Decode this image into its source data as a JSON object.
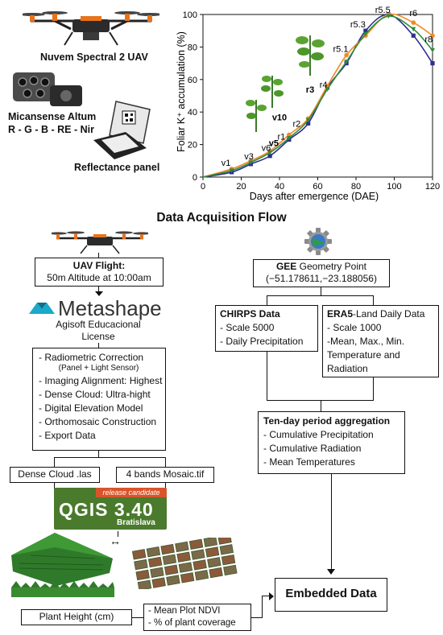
{
  "figure": {
    "uav_label": "Nuvem Spectral 2 UAV",
    "camera_label": "Micansense Altum",
    "bands_label": "R - G - B - RE - Nir",
    "panel_label": "Reflectance panel",
    "flow_title": "Data Acquisition Flow"
  },
  "chart_data": {
    "type": "line",
    "xlabel": "Days after emergence (DAE)",
    "ylabel": "Foliar K⁺ accumulation (%)",
    "xlim": [
      0,
      120
    ],
    "ylim": [
      0,
      100
    ],
    "xticks": [
      0,
      20,
      40,
      60,
      80,
      100,
      120
    ],
    "yticks": [
      0,
      20,
      40,
      60,
      80,
      100
    ],
    "series": [
      {
        "color": "#2e2e8c",
        "marker": "square",
        "x": [
          0,
          15,
          25,
          35,
          45,
          55,
          65,
          75,
          85,
          97,
          110,
          120
        ],
        "y": [
          0,
          3,
          8,
          13,
          23,
          33,
          55,
          70,
          90,
          100,
          87,
          70
        ]
      },
      {
        "color": "#f08a24",
        "marker": "circle",
        "x": [
          0,
          15,
          25,
          35,
          45,
          55,
          65,
          75,
          85,
          97,
          110,
          120
        ],
        "y": [
          0,
          5,
          10,
          16,
          26,
          36,
          56,
          75,
          87,
          100,
          95,
          87
        ]
      },
      {
        "color": "#2e8b3e",
        "marker": "triangle",
        "x": [
          0,
          15,
          25,
          35,
          45,
          55,
          65,
          75,
          85,
          97,
          110,
          120
        ],
        "y": [
          0,
          4,
          9,
          15,
          24,
          35,
          54,
          71,
          88,
          99,
          91,
          78
        ]
      }
    ],
    "stages": [
      {
        "label": "v1",
        "x": 12,
        "y": 7,
        "bold": false
      },
      {
        "label": "v3",
        "x": 24,
        "y": 11,
        "bold": false
      },
      {
        "label": "v6",
        "x": 33,
        "y": 16,
        "bold": false
      },
      {
        "label": "v5",
        "x": 37,
        "y": 19,
        "bold": true
      },
      {
        "label": "v10",
        "x": 40,
        "y": 35,
        "bold": true
      },
      {
        "label": "r1",
        "x": 41,
        "y": 23,
        "bold": false
      },
      {
        "label": "r2",
        "x": 49,
        "y": 31,
        "bold": false
      },
      {
        "label": "r3",
        "x": 56,
        "y": 52,
        "bold": true
      },
      {
        "label": "r4",
        "x": 63,
        "y": 55,
        "bold": false
      },
      {
        "label": "r5.1",
        "x": 72,
        "y": 77,
        "bold": false
      },
      {
        "label": "r5.3",
        "x": 81,
        "y": 92,
        "bold": false
      },
      {
        "label": "r5.5",
        "x": 94,
        "y": 101,
        "bold": false
      },
      {
        "label": "r6",
        "x": 110,
        "y": 99,
        "bold": false
      },
      {
        "label": "r8",
        "x": 118,
        "y": 83,
        "bold": false
      }
    ]
  },
  "left_flow": {
    "uav_flight_title": "UAV Flight:",
    "uav_flight_detail": "50m Altitude at 10:00am",
    "metashape_logo": "Metashape",
    "metashape_license_1": "Agisoft Educacional",
    "metashape_license_2": "License",
    "steps": [
      "- Radiometric Correction",
      "(Panel + Light Sensor)",
      "- Imaging Alignment: Highest",
      "- Dense Cloud: Ultra-hight",
      "- Digital Elevation Model",
      "- Orthomosaic Construction",
      "- Export Data"
    ],
    "dense_cloud": "Dense Cloud .las",
    "mosaic": "4 bands Mosaic.tif",
    "qgis_banner": "release candidate",
    "qgis_title": "QGIS 3.40",
    "qgis_subtitle": "Bratislava",
    "plant_height": "Plant Height (cm)",
    "ndvi_items": [
      "- Mean Plot NDVI",
      "- % of plant coverage"
    ]
  },
  "right_flow": {
    "gee_title_bold": "GEE",
    "gee_title_rest": " Geometry Point",
    "gee_coords": "(−51.178611,−23.188056)",
    "chirps_title": "CHIRPS Data",
    "chirps_items": [
      "- Scale 5000",
      "- Daily Precipitation"
    ],
    "era5_title_bold": "ERA5",
    "era5_title_rest": "-Land Daily Data",
    "era5_items": [
      "- Scale 1000",
      "-Mean, Max., Min.",
      "Temperature and",
      "Radiation"
    ],
    "ten_day_title": "Ten-day period aggregation",
    "ten_day_items": [
      "- Cumulative Precipitation",
      "- Cumulative Radiation",
      "- Mean Temperatures"
    ],
    "embedded": "Embedded Data"
  }
}
